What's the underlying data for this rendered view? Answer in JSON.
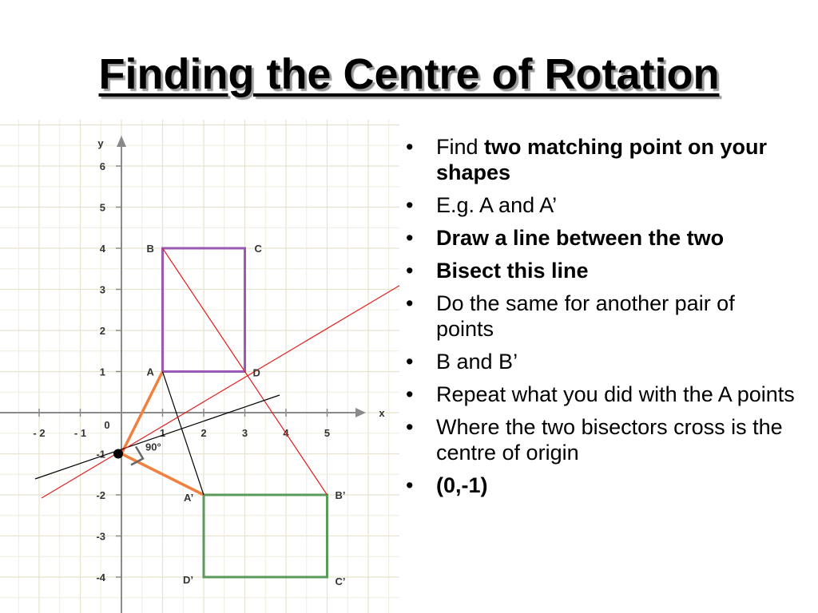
{
  "slide": {
    "title": "Finding the Centre of Rotation"
  },
  "graph": {
    "axis_x_label": "x",
    "axis_y_label": "y",
    "x_ticks": [
      "- 2",
      "- 1",
      "0",
      "1",
      "2",
      "3",
      "4",
      "5"
    ],
    "y_ticks": [
      "6",
      "5",
      "4",
      "3",
      "2",
      "1",
      "-1",
      "-2",
      "-3",
      "-4"
    ],
    "angle_label": "90°",
    "shape_original": {
      "color": "#9b59b6",
      "points": [
        {
          "label": "A",
          "x": 1,
          "y": 1
        },
        {
          "label": "B",
          "x": 1,
          "y": 4
        },
        {
          "label": "C",
          "x": 3,
          "y": 4
        },
        {
          "label": "D",
          "x": 3,
          "y": 1
        }
      ]
    },
    "shape_image": {
      "color": "#5a9a5a",
      "points": [
        {
          "label": "A’",
          "x": 2,
          "y": -2
        },
        {
          "label": "B’",
          "x": 5,
          "y": -2
        },
        {
          "label": "C’",
          "x": 5,
          "y": -4
        },
        {
          "label": "D’",
          "x": 2,
          "y": -4
        }
      ]
    },
    "centre": {
      "x": 0,
      "y": -1
    },
    "rotation_arm_color": "#f08040",
    "connector_color": "#000000",
    "bisector_color": "#e02020"
  },
  "bullets": [
    {
      "plain": "Find ",
      "bold": "two matching point on your shapes"
    },
    {
      "plain": "E.g. A and A’",
      "bold": ""
    },
    {
      "plain": "",
      "bold": "Draw a line between the two"
    },
    {
      "plain": "",
      "bold": "Bisect this line"
    },
    {
      "plain": "Do the same for another pair of points",
      "bold": ""
    },
    {
      "plain": "B and B’",
      "bold": ""
    },
    {
      "plain": "Repeat what you did with the A points",
      "bold": ""
    },
    {
      "plain": "Where the two bisectors cross is the centre of origin",
      "bold": ""
    },
    {
      "plain": "",
      "bold": "(0,-1)"
    }
  ]
}
